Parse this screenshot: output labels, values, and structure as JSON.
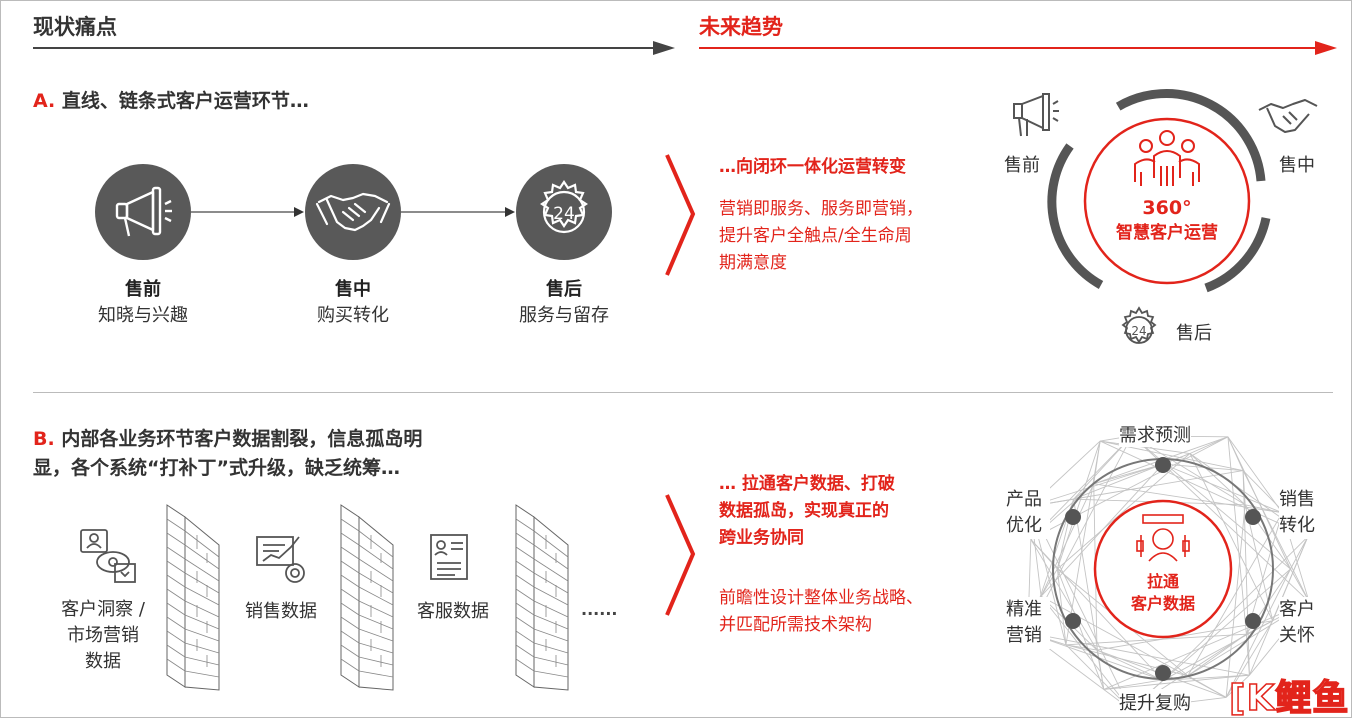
{
  "header": {
    "left_title": "现状痛点",
    "right_title": "未来趋势"
  },
  "section_a": {
    "letter": "A.",
    "title": "直线、链条式客户运营环节…",
    "stages": [
      {
        "name": "售前",
        "desc": "知晓与兴趣",
        "icon": "megaphone-icon"
      },
      {
        "name": "售中",
        "desc": "购买转化",
        "icon": "handshake-icon"
      },
      {
        "name": "售后",
        "desc": "服务与留存",
        "icon": "24-hour-service-icon"
      }
    ],
    "trend_title": "…向闭环一体化运营转变",
    "trend_body": [
      "营销即服务、服务即营销，",
      "提升客户全触点/全生命周",
      "期满意度"
    ],
    "ring": {
      "center_big": "360°",
      "center_text": "智慧客户运营",
      "labels": [
        "售前",
        "售中",
        "售后"
      ]
    }
  },
  "section_b": {
    "letter": "B.",
    "title_lines": [
      "内部各业务环节客户数据割裂，信息孤岛明",
      "显，各个系统“打补丁”式升级，缺乏统筹…"
    ],
    "silos": [
      {
        "label_lines": [
          "客户洞察 /",
          "市场营销",
          "数据"
        ],
        "icon": "customer-insight-icon"
      },
      {
        "label_lines": [
          "销售数据"
        ],
        "icon": "sales-chart-icon"
      },
      {
        "label_lines": [
          "客服数据"
        ],
        "icon": "service-document-icon"
      }
    ],
    "ellipsis": "......",
    "trend_title_lines": [
      "… 拉通客户数据、打破",
      "数据孤岛，实现真正的",
      "跨业务协同"
    ],
    "trend_body_lines": [
      "前瞻性设计整体业务战略、",
      "并匹配所需技术架构"
    ],
    "network": {
      "center_lines": [
        "拉通",
        "客户数据"
      ],
      "nodes": [
        "需求预测",
        "销售转化",
        "客户关怀",
        "提升复购",
        "精准营销",
        "产品优化"
      ]
    }
  },
  "watermark": "[K鲤鱼"
}
